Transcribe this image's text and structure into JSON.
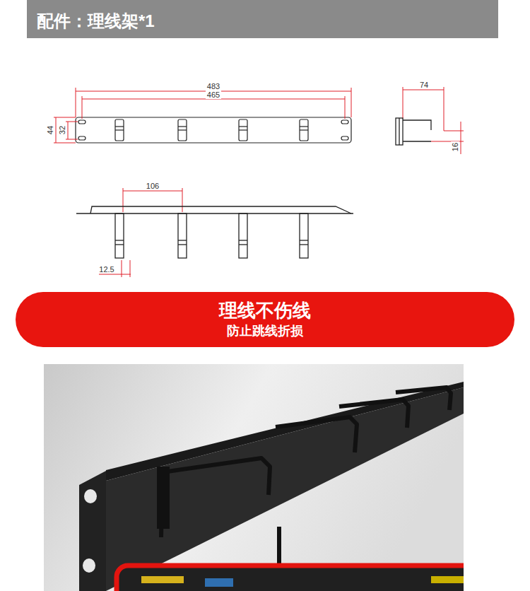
{
  "diagram": {
    "nodes": [
      {
        "text": [
          "配件：理线架*1"
        ]
      },
      {
        "text": [
          "理线不伤线",
          "防止跳线折损"
        ]
      }
    ],
    "labels": [
      "483",
      "465",
      "44",
      "32",
      "74",
      "16",
      "106",
      "12.5"
    ]
  }
}
